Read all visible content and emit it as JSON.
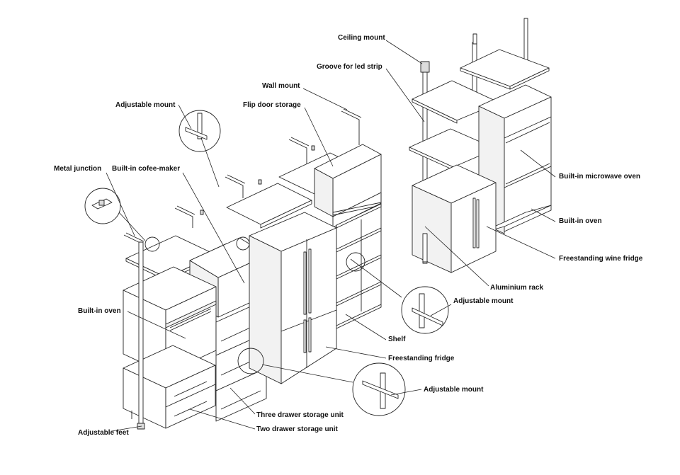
{
  "labels": {
    "ceiling_mount": "Ceiling mount",
    "groove_led": "Groove for led strip",
    "wall_mount": "Wall mount",
    "adjustable_mount_top": "Adjustable mount",
    "flip_door": "Flip door storage",
    "metal_junction": "Metal junction",
    "coffee_maker": "Built-in cofee-maker",
    "microwave": "Built-in microwave oven",
    "oven_right": "Built-in oven",
    "wine_fridge": "Freestanding wine fridge",
    "aluminium_rack": "Aluminium rack",
    "adjustable_mount_mid": "Adjustable mount",
    "oven_left": "Built-in oven",
    "shelf": "Shelf",
    "fridge": "Freestanding fridge",
    "adjustable_mount_bottom": "Adjustable mount",
    "three_drawer": "Three drawer storage unit",
    "two_drawer": "Two drawer storage unit",
    "adjustable_feet": "Adjustable feet"
  }
}
